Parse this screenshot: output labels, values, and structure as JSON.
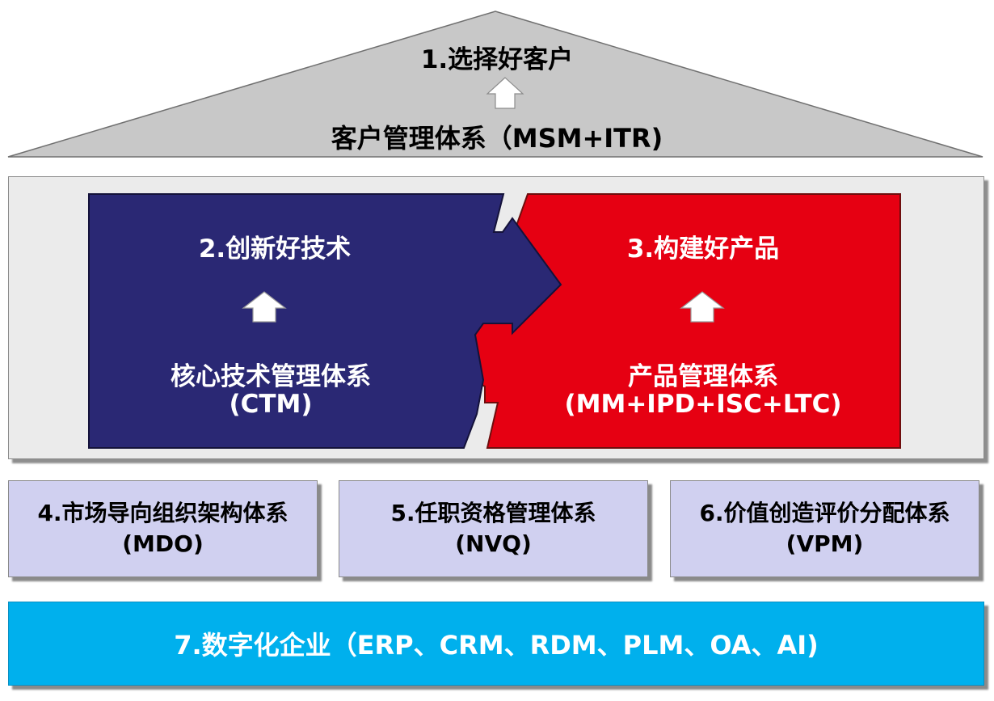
{
  "roof": {
    "title": "1.选择好客户",
    "subtitle": "客户管理体系（MSM+ITR)",
    "fill_color": "#c8c8c8"
  },
  "technology": {
    "title": "2.创新好技术",
    "system_name": "核心技术管理体系",
    "system_abbr": "(CTM)",
    "color": "#2a2874"
  },
  "product": {
    "title": "3.构建好产品",
    "system_name": "产品管理体系",
    "system_abbr": "(MM+IPD+ISC+LTC)",
    "color": "#e60012"
  },
  "pillars": [
    {
      "name": "4.市场导向组织架构体系",
      "abbr": "(MDO)"
    },
    {
      "name": "5.任职资格管理体系",
      "abbr": "(NVQ)"
    },
    {
      "name": "6.价值创造评价分配体系",
      "abbr": "(VPM)"
    }
  ],
  "foundation": {
    "label": "7.数字化企业（ERP、CRM、RDM、PLM、OA、AI)",
    "color": "#00b0ed"
  },
  "icons": {
    "up_arrow": "up-arrow-icon"
  }
}
